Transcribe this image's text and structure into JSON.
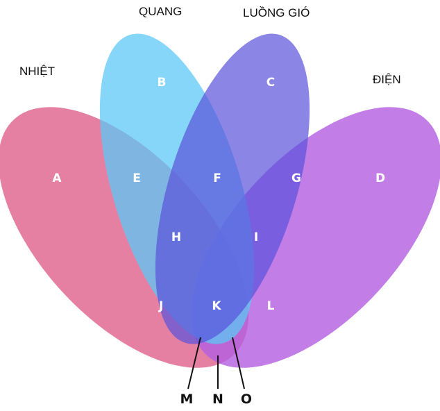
{
  "sets": [
    {
      "id": "nhiet",
      "label": "NHIỆT",
      "color": "#e0608c"
    },
    {
      "id": "quang",
      "label": "QUANG",
      "color": "#5cc8f5"
    },
    {
      "id": "luong_gio",
      "label": "LUỒNG GIÓ",
      "color": "#5a52db"
    },
    {
      "id": "dien",
      "label": "ĐIỆN",
      "color": "#b35ee0"
    }
  ],
  "regions": [
    "A",
    "B",
    "C",
    "D",
    "E",
    "F",
    "G",
    "H",
    "I",
    "J",
    "K",
    "L"
  ],
  "callouts": [
    "M",
    "N",
    "O"
  ]
}
